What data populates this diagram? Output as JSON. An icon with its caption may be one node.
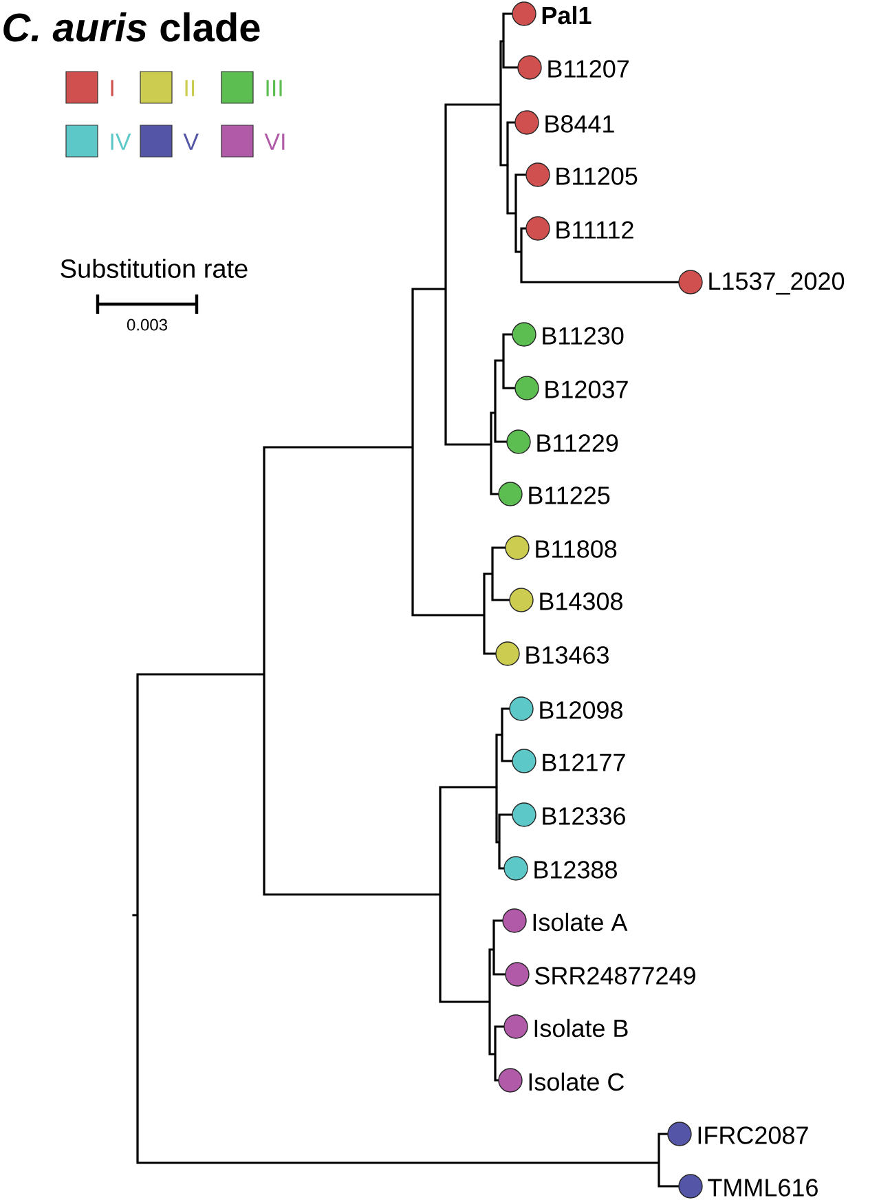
{
  "diagram": {
    "title": "*C. auris* clade",
    "nodes": [
      {
        "text": [
          "Pal1"
        ]
      },
      {
        "text": [
          "B11207"
        ]
      },
      {
        "text": [
          "B8441"
        ]
      },
      {
        "text": [
          "B11205"
        ]
      },
      {
        "text": [
          "B11112"
        ]
      },
      {
        "text": [
          "L1537_2020"
        ]
      },
      {
        "text": [
          "B11230"
        ]
      },
      {
        "text": [
          "B12037"
        ]
      },
      {
        "text": [
          "B11229"
        ]
      },
      {
        "text": [
          "B11225"
        ]
      },
      {
        "text": [
          "B11808"
        ]
      },
      {
        "text": [
          "B14308"
        ]
      },
      {
        "text": [
          "B13463"
        ]
      },
      {
        "text": [
          "B12098"
        ]
      },
      {
        "text": [
          "B12177"
        ]
      },
      {
        "text": [
          "B12336"
        ]
      },
      {
        "text": [
          "B12388"
        ]
      },
      {
        "text": [
          "Isolate A"
        ]
      },
      {
        "text": [
          "SRR24877249"
        ]
      },
      {
        "text": [
          "Isolate B"
        ]
      },
      {
        "text": [
          "Isolate C"
        ]
      },
      {
        "text": [
          "IFRC2087"
        ]
      },
      {
        "text": [
          "TMML616"
        ]
      }
    ],
    "labels": [
      "Substitution rate",
      "0.003"
    ],
    "legend": [
      {
        "text": "I",
        "color": "#d05050"
      },
      {
        "text": "II",
        "color": "#cccc50"
      },
      {
        "text": "III",
        "color": "#5cbd50"
      },
      {
        "text": "IV",
        "color": "#5cc8c8"
      },
      {
        "text": "V",
        "color": "#5555a8"
      },
      {
        "text": "VI",
        "color": "#b05aa8"
      }
    ]
  }
}
